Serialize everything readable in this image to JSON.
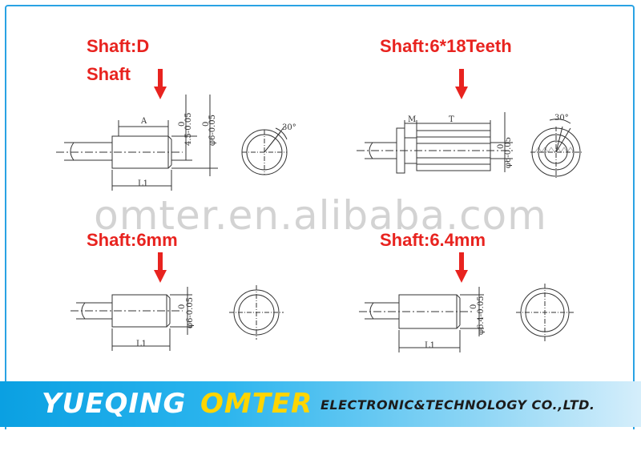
{
  "panels": [
    {
      "title": "Shaft:D",
      "subtitle": "Shaft"
    },
    {
      "title": "Shaft:6*18Teeth"
    },
    {
      "title": "Shaft:6mm"
    },
    {
      "title": "Shaft:6.4mm"
    }
  ],
  "dims": {
    "a": "A",
    "l1": "L1",
    "m": "M",
    "t": "T",
    "zero": "0",
    "d45": "4.5-0.05",
    "d6": "φ6-0.05",
    "d64": "φ6.4-0.05",
    "angle": "30°"
  },
  "watermark": "omter.en.alibaba.com",
  "banner": {
    "part1": "YUEQING",
    "part2": "OMTER",
    "part3": "ELECTRONIC&TECHNOLOGY CO.,LTD."
  },
  "colors": {
    "title": "#e8231f",
    "banner_blue": "#0aa0e2",
    "banner_yellow": "#ffd500",
    "border": "#2aa3e4"
  }
}
